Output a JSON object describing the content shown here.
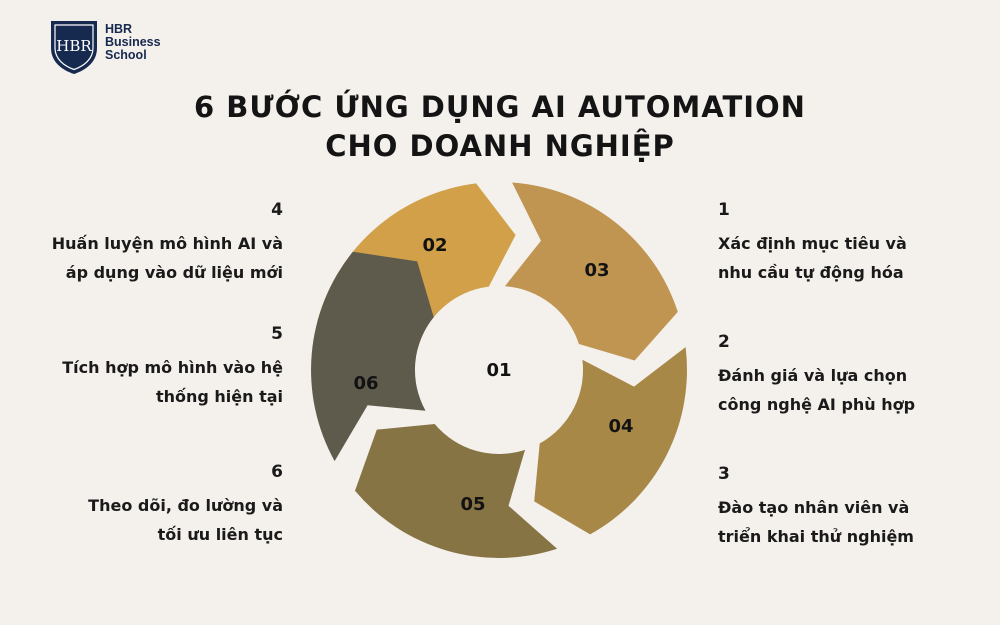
{
  "logo": {
    "monogram": "HBR",
    "lines": [
      "HBR",
      "Business",
      "School"
    ]
  },
  "title": {
    "line1": "6 BƯỚC ỨNG DỤNG AI AUTOMATION",
    "line2": "CHO DOANH NGHIỆP"
  },
  "center_label": "01",
  "segments": [
    {
      "label": "02",
      "color": "#d1a048"
    },
    {
      "label": "03",
      "color": "#bf9551"
    },
    {
      "label": "04",
      "color": "#a78847"
    },
    {
      "label": "05",
      "color": "#877445"
    },
    {
      "label": "06",
      "color": "#5e5a4c"
    }
  ],
  "steps": [
    {
      "number": "1",
      "text": "Xác định mục tiêu và\nnhu cầu tự động hóa"
    },
    {
      "number": "2",
      "text": "Đánh giá và lựa chọn\ncông nghệ AI phù hợp"
    },
    {
      "number": "3",
      "text": "Đào tạo nhân viên và\ntriển khai thử nghiệm"
    },
    {
      "number": "4",
      "text": "Huấn luyện mô hình AI và\náp dụng vào dữ liệu mới"
    },
    {
      "number": "5",
      "text": "Tích hợp mô hình vào hệ\nthống hiện tại"
    },
    {
      "number": "6",
      "text": "Theo dõi, đo lường và\ntối ưu liên tục"
    }
  ]
}
